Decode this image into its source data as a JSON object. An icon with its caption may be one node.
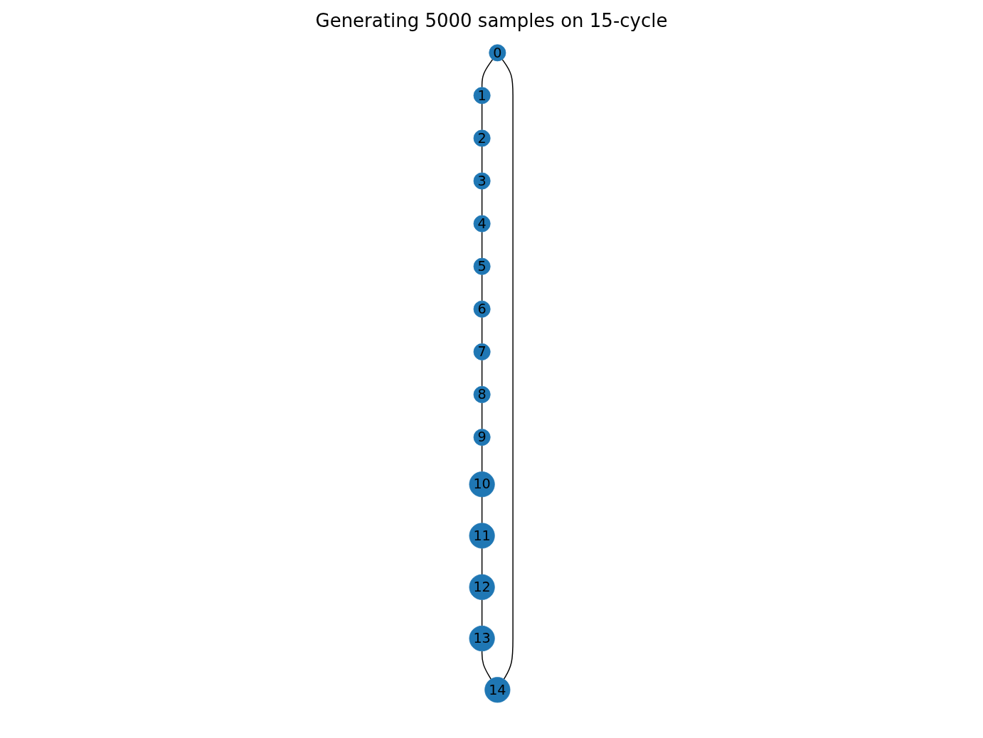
{
  "diagram": {
    "title": "Generating 5000 samples on 15-cycle",
    "nodes": [
      {
        "text": [
          "0"
        ]
      },
      {
        "text": [
          "1"
        ]
      },
      {
        "text": [
          "2"
        ]
      },
      {
        "text": [
          "3"
        ]
      },
      {
        "text": [
          "4"
        ]
      },
      {
        "text": [
          "5"
        ]
      },
      {
        "text": [
          "6"
        ]
      },
      {
        "text": [
          "7"
        ]
      },
      {
        "text": [
          "8"
        ]
      },
      {
        "text": [
          "9"
        ]
      },
      {
        "text": [
          "10"
        ]
      },
      {
        "text": [
          "11"
        ]
      },
      {
        "text": [
          "12"
        ]
      },
      {
        "text": [
          "13"
        ]
      },
      {
        "text": [
          "14"
        ]
      }
    ],
    "edges": [
      {
        "from": 0,
        "to": 1,
        "arrow": "none"
      },
      {
        "from": 1,
        "to": 2,
        "arrow": "none"
      },
      {
        "from": 2,
        "to": 3,
        "arrow": "none"
      },
      {
        "from": 3,
        "to": 4,
        "arrow": "none"
      },
      {
        "from": 4,
        "to": 5,
        "arrow": "none"
      },
      {
        "from": 5,
        "to": 6,
        "arrow": "none"
      },
      {
        "from": 6,
        "to": 7,
        "arrow": "none"
      },
      {
        "from": 7,
        "to": 8,
        "arrow": "none"
      },
      {
        "from": 8,
        "to": 9,
        "arrow": "none"
      },
      {
        "from": 9,
        "to": 10,
        "arrow": "none"
      },
      {
        "from": 10,
        "to": 11,
        "arrow": "none"
      },
      {
        "from": 11,
        "to": 12,
        "arrow": "none"
      },
      {
        "from": 12,
        "to": 13,
        "arrow": "none"
      },
      {
        "from": 13,
        "to": 14,
        "arrow": "none"
      },
      {
        "from": 14,
        "to": 0,
        "arrow": "none"
      }
    ]
  }
}
